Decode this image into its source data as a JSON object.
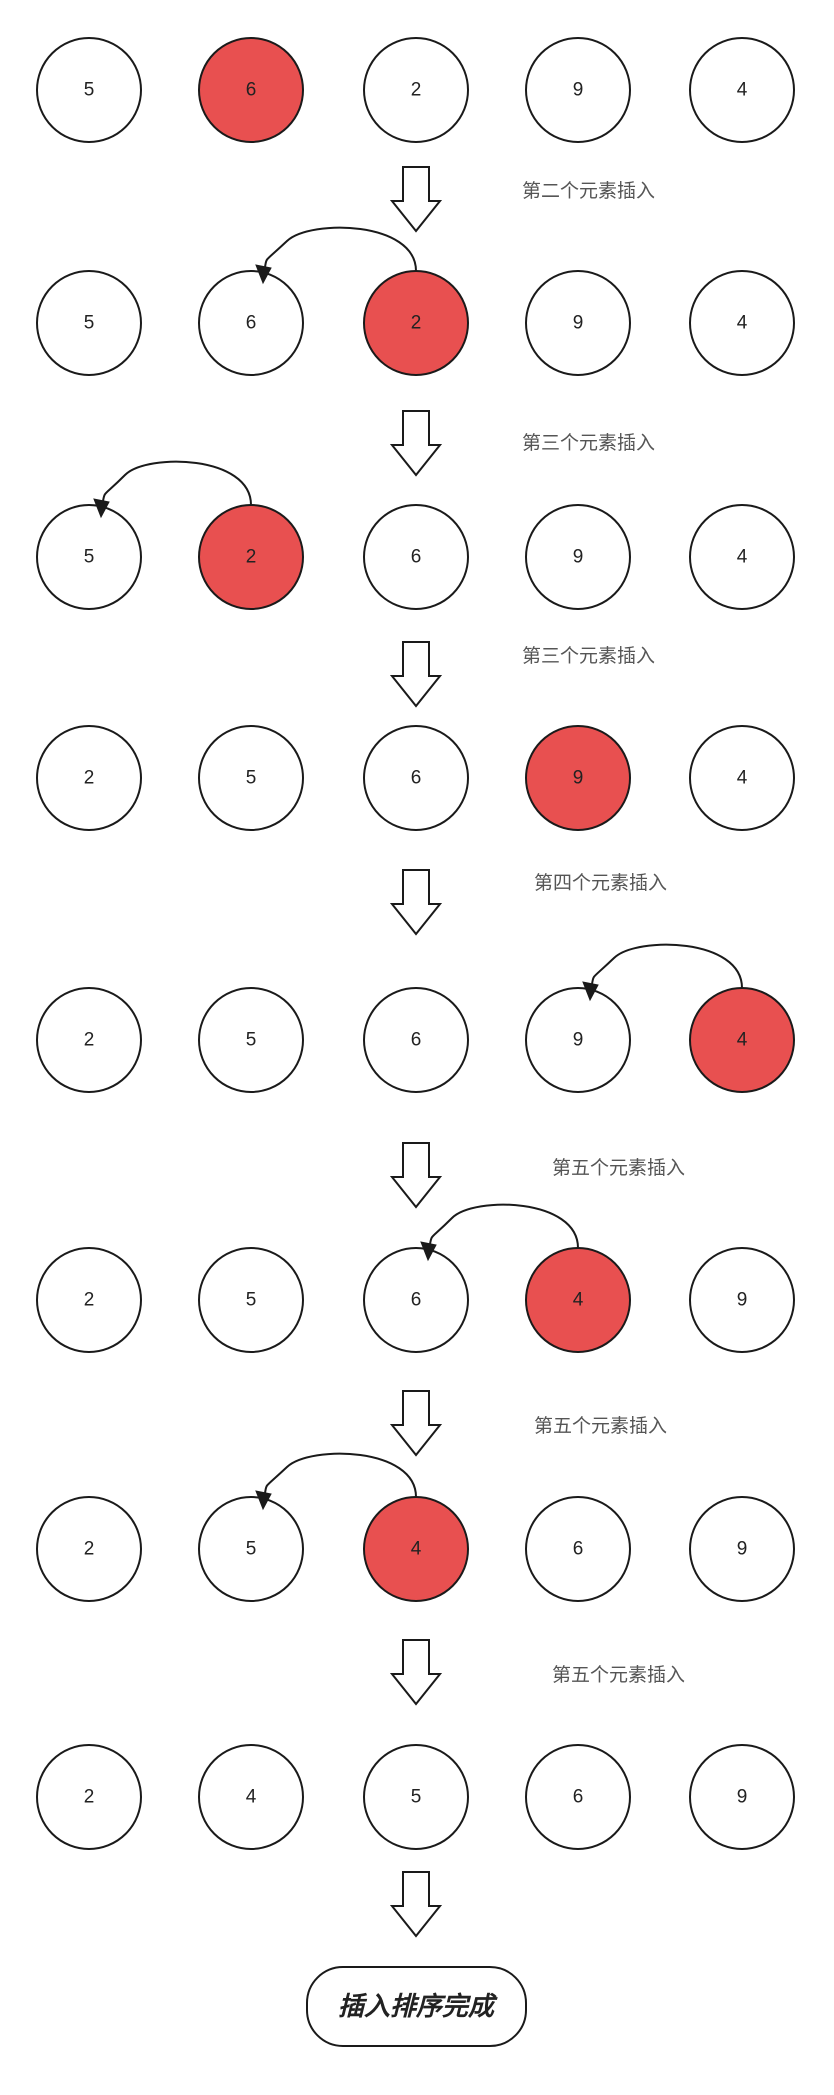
{
  "colors": {
    "highlight": "#e85050",
    "normal": "#ffffff",
    "stroke": "#1a1a1a"
  },
  "rows": [
    {
      "values": [
        "5",
        "6",
        "2",
        "9",
        "4"
      ],
      "highlight": 1
    },
    {
      "values": [
        "5",
        "6",
        "2",
        "9",
        "4"
      ],
      "highlight": 2
    },
    {
      "values": [
        "5",
        "2",
        "6",
        "9",
        "4"
      ],
      "highlight": 1
    },
    {
      "values": [
        "2",
        "5",
        "6",
        "9",
        "4"
      ],
      "highlight": 3
    },
    {
      "values": [
        "2",
        "5",
        "6",
        "9",
        "4"
      ],
      "highlight": 4
    },
    {
      "values": [
        "2",
        "5",
        "6",
        "4",
        "9"
      ],
      "highlight": 3
    },
    {
      "values": [
        "2",
        "5",
        "4",
        "6",
        "9"
      ],
      "highlight": 2
    },
    {
      "values": [
        "2",
        "4",
        "5",
        "6",
        "9"
      ],
      "highlight": null
    }
  ],
  "steps": [
    {
      "caption": "第二个元素插入"
    },
    {
      "caption": "第三个元素插入"
    },
    {
      "caption": "第三个元素插入"
    },
    {
      "caption": "第四个元素插入"
    },
    {
      "caption": "第五个元素插入"
    },
    {
      "caption": "第五个元素插入"
    },
    {
      "caption": "第五个元素插入"
    }
  ],
  "moves": [
    {
      "row": 1,
      "from": 2,
      "to": 1
    },
    {
      "row": 2,
      "from": 1,
      "to": 0
    },
    {
      "row": 4,
      "from": 4,
      "to": 3
    },
    {
      "row": 5,
      "from": 3,
      "to": 2
    },
    {
      "row": 6,
      "from": 2,
      "to": 1
    }
  ],
  "final_label": "插入排序完成"
}
